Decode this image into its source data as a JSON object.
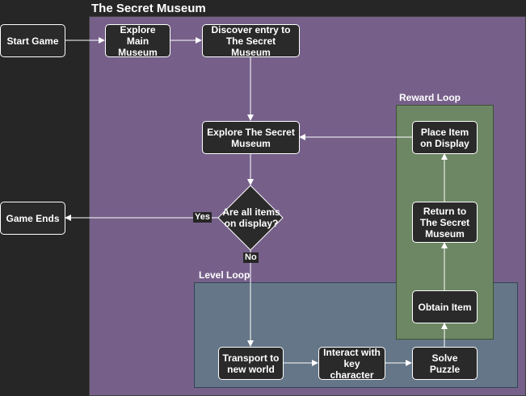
{
  "regions": {
    "museum": "The Secret Museum",
    "level_loop": "Level Loop",
    "reward_loop": "Reward Loop"
  },
  "nodes": {
    "start_game": "Start Game",
    "explore_main": "Explore Main Museum",
    "discover_entry": "Discover entry to The Secret Museum",
    "explore_secret": "Explore The Secret Museum",
    "all_items_decision": "Are all items on display?",
    "game_ends": "Game Ends",
    "transport": "Transport to new world",
    "interact": "Interact with key character",
    "solve_puzzle": "Solve Puzzle",
    "obtain_item": "Obtain Item",
    "return_to_museum": "Return to The Secret Museum",
    "place_item": "Place Item on Display"
  },
  "edge_labels": {
    "yes": "Yes",
    "no": "No"
  },
  "colors": {
    "background": "#262626",
    "museum_region": "#76608a",
    "level_region": "#647687",
    "reward_region": "#6d8764",
    "node_fill": "#2a2a2a",
    "stroke": "#ffffff"
  }
}
